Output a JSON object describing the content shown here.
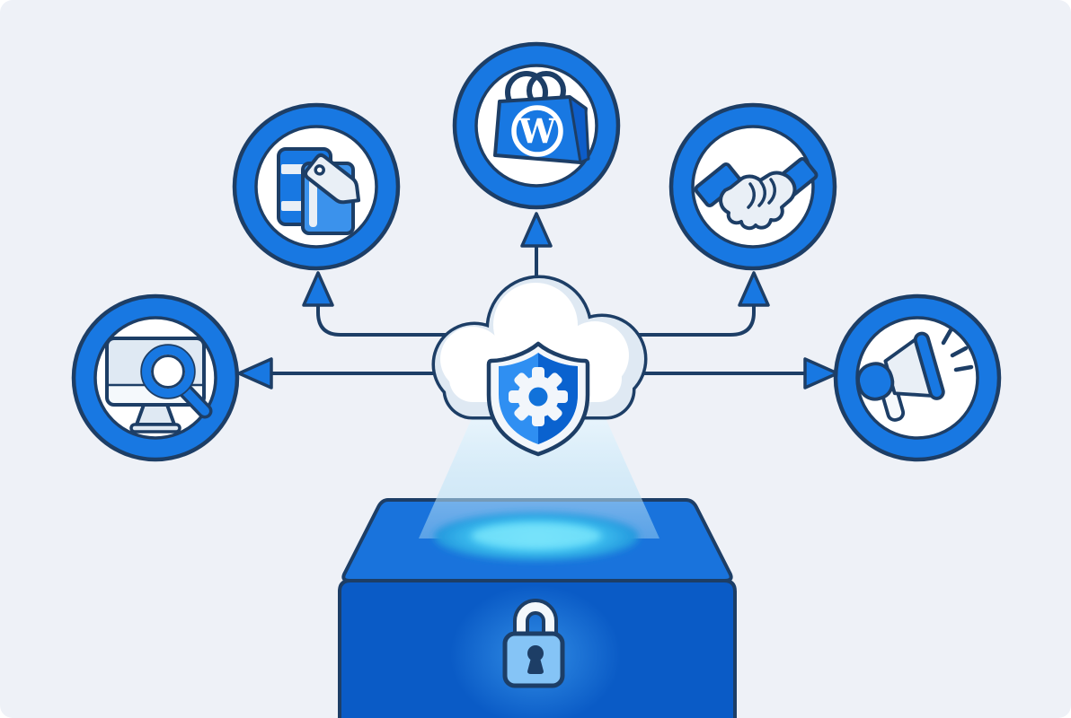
{
  "illustration": {
    "name": "wordpress-cloud-security-hub-diagram",
    "background": "#eef1f7",
    "wordpress_monogram": "W",
    "palette": {
      "bg": "#eef1f7",
      "navy": "#1d3e66",
      "blue": "#1878e2",
      "blue_deep": "#0d5dc9",
      "blue_light": "#3b92ec",
      "ice": "#e9eff6",
      "white": "#ffffff",
      "cloud": "#dfe9f3",
      "shield_rim": "#f2f6fb",
      "chin": "#f5f9fc",
      "box_top": "#1973dc",
      "box_front": "#0a5bc6",
      "shield_left": "#2f8ff2",
      "shield_right": "#0a62cf",
      "gear_hole": "#1172da",
      "lock_body": "#85c4f6",
      "shackle": "#f3f8fc",
      "beam_top": "#eef9ff",
      "beam_bottom": "#a6d8f3",
      "glow_core": "#79e4fb",
      "glow_mid": "#43c6f2",
      "glow_edge": "#2196dd",
      "lock_glow": "#3f9ef0"
    },
    "hub": {
      "icon": "cloud-shield-gear-icon"
    },
    "base": {
      "icon": "locked-box-icon",
      "lock_icon": "padlock-icon"
    },
    "nodes": [
      {
        "id": "catalog",
        "icon": "books-price-tag-icon",
        "position": "upper-left"
      },
      {
        "id": "wordpress-store",
        "icon": "wordpress-shopping-bag-icon",
        "position": "top-center"
      },
      {
        "id": "partnership",
        "icon": "handshake-icon",
        "position": "upper-right"
      },
      {
        "id": "site-search",
        "icon": "monitor-magnifier-icon",
        "position": "middle-left"
      },
      {
        "id": "promotion",
        "icon": "megaphone-icon",
        "position": "middle-right"
      }
    ],
    "connectors": [
      {
        "from": "hub",
        "to": "top-center",
        "direction": "up"
      },
      {
        "from": "hub",
        "to": "upper-left",
        "direction": "up-elbow"
      },
      {
        "from": "hub",
        "to": "upper-right",
        "direction": "up-elbow"
      },
      {
        "from": "hub",
        "to": "middle-left",
        "direction": "left"
      },
      {
        "from": "hub",
        "to": "middle-right",
        "direction": "right"
      }
    ]
  }
}
